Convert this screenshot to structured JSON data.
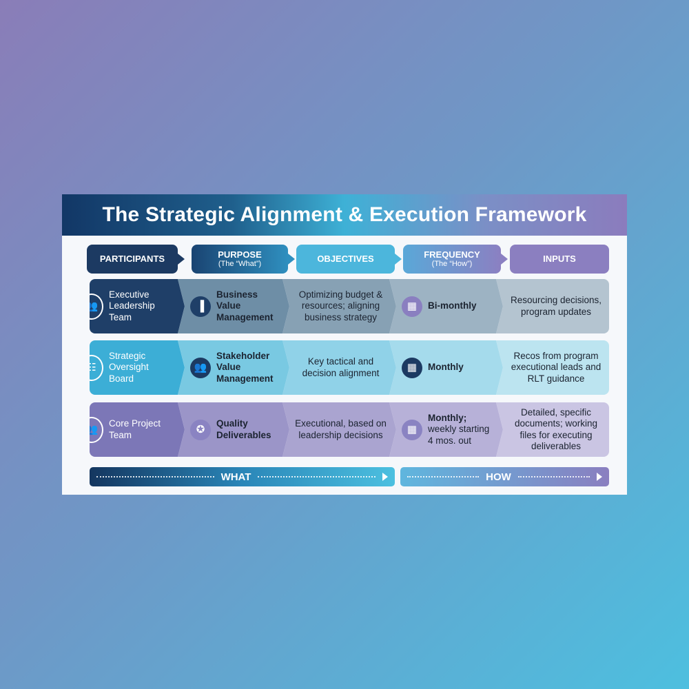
{
  "title": "The Strategic Alignment & Execution Framework",
  "headers": [
    {
      "label": "PARTICIPANTS",
      "sub": ""
    },
    {
      "label": "PURPOSE",
      "sub": "(The “What”)"
    },
    {
      "label": "OBJECTIVES",
      "sub": ""
    },
    {
      "label": "FREQUENCY",
      "sub": "(The “How”)"
    },
    {
      "label": "INPUTS",
      "sub": ""
    }
  ],
  "rows": [
    {
      "participant": "Executive Leadership Team",
      "participant_icon": "people-group-icon",
      "purpose": "Business Value Management",
      "purpose_icon": "bar-chart-icon",
      "objectives": "Optimizing budget & resources; aligning business strategy",
      "frequency": "Bi-monthly",
      "frequency_detail": "",
      "frequency_icon": "calendar-icon",
      "inputs": "Resourcing decisions, program updates",
      "colors": [
        "#1f3f68",
        "#6e8ea6",
        "#87a1b4",
        "#9db3c3",
        "#b4c4d0"
      ]
    },
    {
      "participant": "Strategic Oversight Board",
      "participant_icon": "org-chart-icon",
      "purpose": "Stakeholder Value Management",
      "purpose_icon": "people-group-icon",
      "objectives": "Key tactical and decision alignment",
      "frequency": "Monthly",
      "frequency_detail": "",
      "frequency_icon": "calendar-icon",
      "inputs": "Recos from program executional leads and RLT guidance",
      "colors": [
        "#3caed6",
        "#79c9e2",
        "#90d2e8",
        "#a5dbec",
        "#bce4f0"
      ]
    },
    {
      "participant": "Core Project Team",
      "participant_icon": "people-group-icon",
      "purpose": "Quality Deliverables",
      "purpose_icon": "award-badge-icon",
      "objectives": "Executional, based on leadership decisions",
      "frequency": "Monthly;",
      "frequency_detail": "weekly starting 4 mos. out",
      "frequency_icon": "calendar-icon",
      "inputs": "Detailed, specific documents; working files for executing deliverables",
      "colors": [
        "#7c77b7",
        "#9b95c8",
        "#aaa4d0",
        "#b7b1d8",
        "#cac5e3"
      ]
    }
  ],
  "footer": {
    "what": "WHAT",
    "how": "HOW"
  }
}
